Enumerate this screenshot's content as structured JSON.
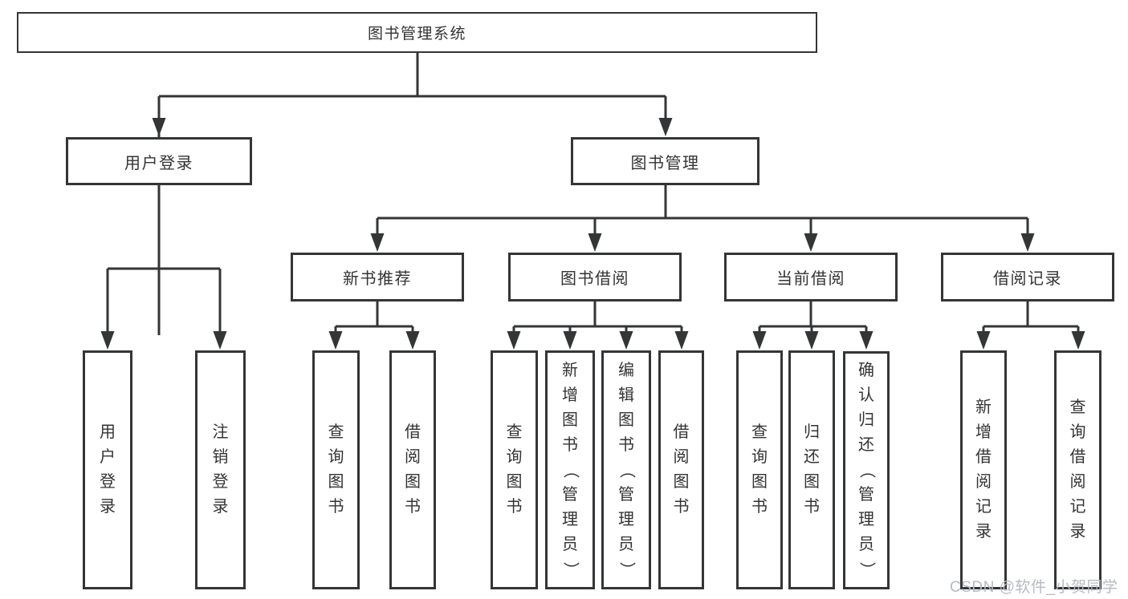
{
  "tree": {
    "label": "图书管理系统",
    "children": [
      {
        "label": "用户登录",
        "children": [
          {
            "label": "用户登录"
          },
          {
            "label": "注销登录"
          }
        ]
      },
      {
        "label": "图书管理",
        "children": [
          {
            "label": "新书推荐",
            "children": [
              {
                "label": "查询图书"
              },
              {
                "label": "借阅图书"
              }
            ]
          },
          {
            "label": "图书借阅",
            "children": [
              {
                "label": "查询图书"
              },
              {
                "label": "新增图书（管理员）"
              },
              {
                "label": "编辑图书（管理员）"
              },
              {
                "label": "借阅图书"
              }
            ]
          },
          {
            "label": "当前借阅",
            "children": [
              {
                "label": "查询图书"
              },
              {
                "label": "归还图书"
              },
              {
                "label": "确认归还（管理员）"
              }
            ]
          },
          {
            "label": "借阅记录",
            "children": [
              {
                "label": "新增借阅记录"
              },
              {
                "label": "查询借阅记录"
              }
            ]
          }
        ]
      }
    ]
  },
  "watermark": {
    "text": "CSDN @软件_小贺同学"
  },
  "colors": {
    "line": "#333536",
    "text": "#333333",
    "box_background": "#ffffff",
    "watermark": "#b5bac3",
    "background": "#ffffff"
  }
}
